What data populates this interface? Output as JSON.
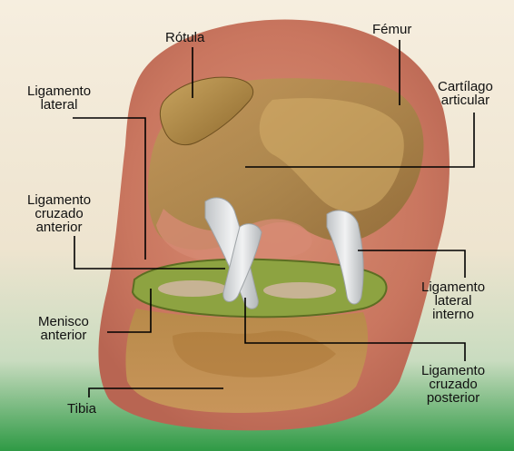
{
  "labels": {
    "rotula": "Rótula",
    "femur": "Fémur",
    "ligamento_lateral": [
      "Ligamento",
      "lateral"
    ],
    "cartilago_articular": [
      "Cartílago",
      "articular"
    ],
    "ligamento_cruzado_anterior": [
      "Ligamento",
      "cruzado",
      "anterior"
    ],
    "ligamento_lateral_interno": [
      "Ligamento",
      "lateral",
      "interno"
    ],
    "menisco_anterior": [
      "Menisco",
      "anterior"
    ],
    "ligamento_cruzado_posterior": [
      "Ligamento",
      "cruzado",
      "posterior"
    ],
    "tibia": "Tibia"
  },
  "colors": {
    "background_top": "#f3ead6",
    "background_bottom": "#2e9e45",
    "skin": "#cc7a64",
    "bone": "#c99b48",
    "ligament": "#e4e6e8",
    "meniscus": "#8aa23c",
    "leader_line": "#000000"
  }
}
